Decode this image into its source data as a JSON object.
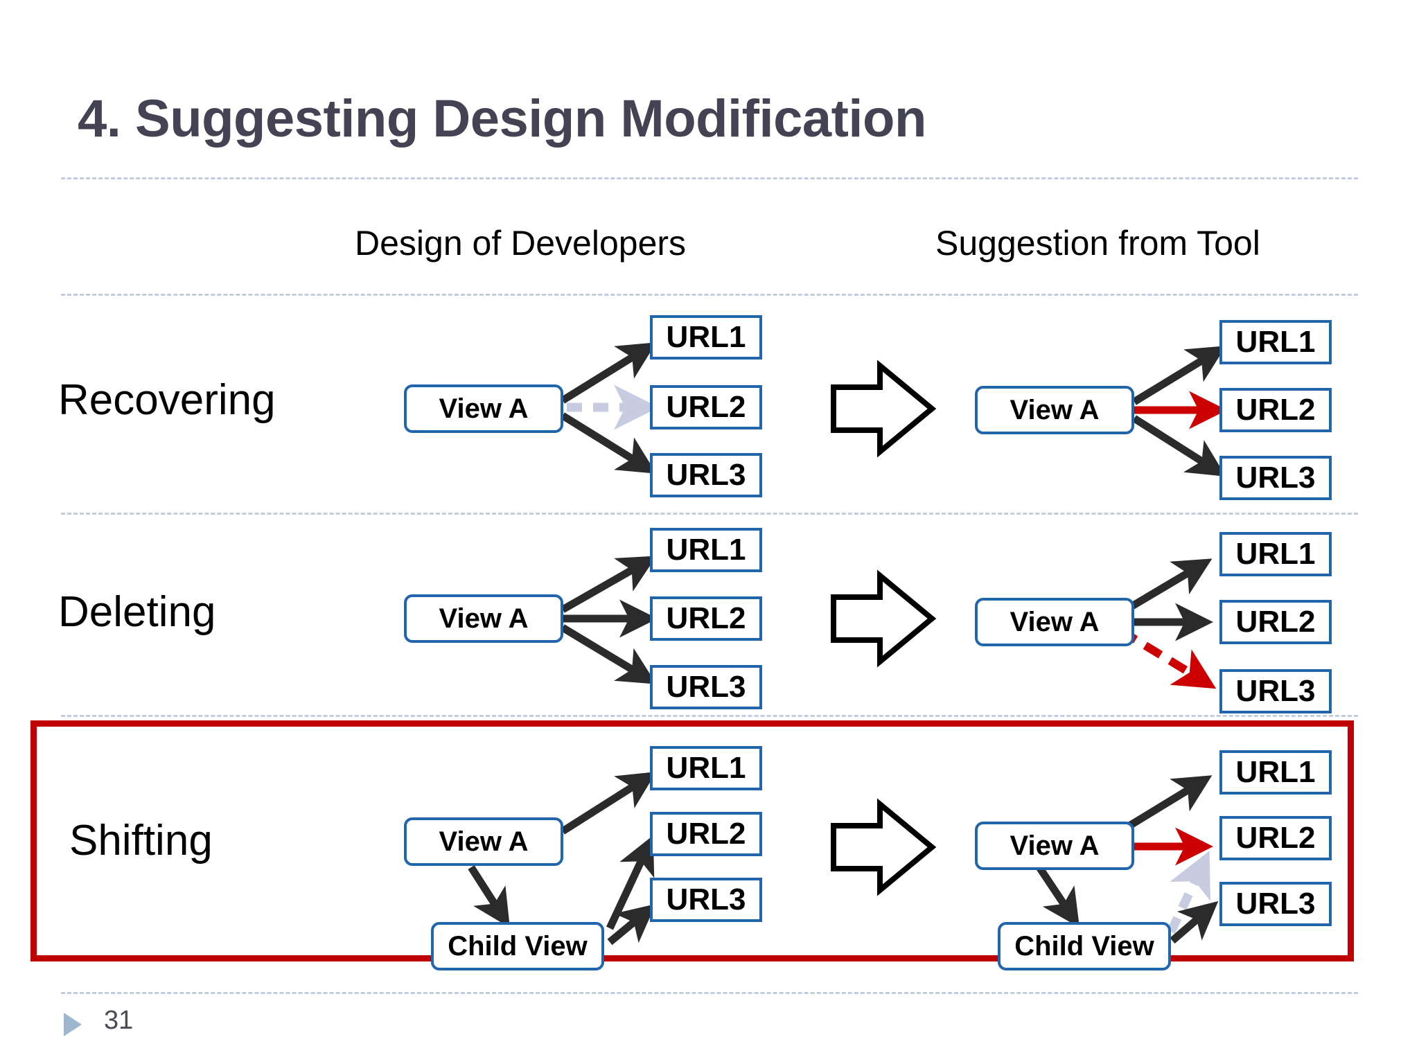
{
  "slide": {
    "title": "4. Suggesting Design Modification",
    "number": "31",
    "title_color": "#434354",
    "highlight_color": "#C00000",
    "node_border_color": "#2166AC",
    "accent_red": "#CC0000",
    "faded_arrow_color": "#C8CCE0"
  },
  "columns": {
    "left_header": "Design of Developers",
    "right_header": "Suggestion from Tool"
  },
  "rows": [
    {
      "label": "Recovering",
      "before": {
        "nodes": {
          "view": "View A",
          "url1": "URL1",
          "url2": "URL2",
          "url3": "URL3"
        },
        "edges": [
          {
            "from": "View A",
            "to": "URL1",
            "style": "solid",
            "color": "black"
          },
          {
            "from": "View A",
            "to": "URL2",
            "style": "dashed",
            "color": "faded"
          },
          {
            "from": "View A",
            "to": "URL3",
            "style": "solid",
            "color": "black"
          }
        ]
      },
      "after": {
        "nodes": {
          "view": "View A",
          "url1": "URL1",
          "url2": "URL2",
          "url3": "URL3"
        },
        "edges": [
          {
            "from": "View A",
            "to": "URL1",
            "style": "solid",
            "color": "black"
          },
          {
            "from": "View A",
            "to": "URL2",
            "style": "solid",
            "color": "red"
          },
          {
            "from": "View A",
            "to": "URL3",
            "style": "solid",
            "color": "black"
          }
        ]
      }
    },
    {
      "label": "Deleting",
      "before": {
        "nodes": {
          "view": "View A",
          "url1": "URL1",
          "url2": "URL2",
          "url3": "URL3"
        },
        "edges": [
          {
            "from": "View A",
            "to": "URL1",
            "style": "solid",
            "color": "black"
          },
          {
            "from": "View A",
            "to": "URL2",
            "style": "solid",
            "color": "black"
          },
          {
            "from": "View A",
            "to": "URL3",
            "style": "solid",
            "color": "black"
          }
        ]
      },
      "after": {
        "nodes": {
          "view": "View A",
          "url1": "URL1",
          "url2": "URL2",
          "url3": "URL3"
        },
        "edges": [
          {
            "from": "View A",
            "to": "URL1",
            "style": "solid",
            "color": "black"
          },
          {
            "from": "View A",
            "to": "URL2",
            "style": "solid",
            "color": "black"
          },
          {
            "from": "View A",
            "to": "URL3",
            "style": "dashed",
            "color": "red"
          }
        ]
      }
    },
    {
      "label": "Shifting",
      "highlighted": true,
      "before": {
        "nodes": {
          "view": "View A",
          "child": "Child View",
          "url1": "URL1",
          "url2": "URL2",
          "url3": "URL3"
        },
        "edges": [
          {
            "from": "View A",
            "to": "URL1",
            "style": "solid",
            "color": "black"
          },
          {
            "from": "View A",
            "to": "Child View",
            "style": "solid",
            "color": "black"
          },
          {
            "from": "Child View",
            "to": "URL2",
            "style": "solid",
            "color": "black"
          },
          {
            "from": "Child View",
            "to": "URL3",
            "style": "solid",
            "color": "black"
          }
        ]
      },
      "after": {
        "nodes": {
          "view": "View A",
          "child": "Child View",
          "url1": "URL1",
          "url2": "URL2",
          "url3": "URL3"
        },
        "edges": [
          {
            "from": "View A",
            "to": "URL1",
            "style": "solid",
            "color": "black"
          },
          {
            "from": "View A",
            "to": "URL2",
            "style": "solid",
            "color": "red"
          },
          {
            "from": "View A",
            "to": "Child View",
            "style": "solid",
            "color": "black"
          },
          {
            "from": "Child View",
            "to": "URL2",
            "style": "dashed",
            "color": "faded"
          },
          {
            "from": "Child View",
            "to": "URL3",
            "style": "solid",
            "color": "black"
          }
        ]
      }
    }
  ],
  "transform_arrow_label": "transform-arrow"
}
